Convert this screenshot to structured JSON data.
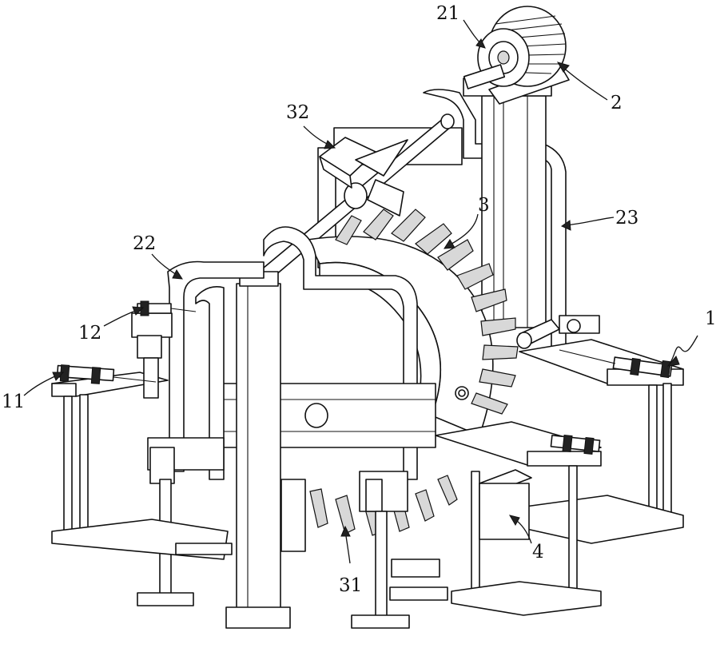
{
  "labels": {
    "l1": "1",
    "l2": "2",
    "l3": "3",
    "l4": "4",
    "l11": "11",
    "l12": "12",
    "l21": "21",
    "l22": "22",
    "l23": "23",
    "l31": "31",
    "l32": "32"
  }
}
